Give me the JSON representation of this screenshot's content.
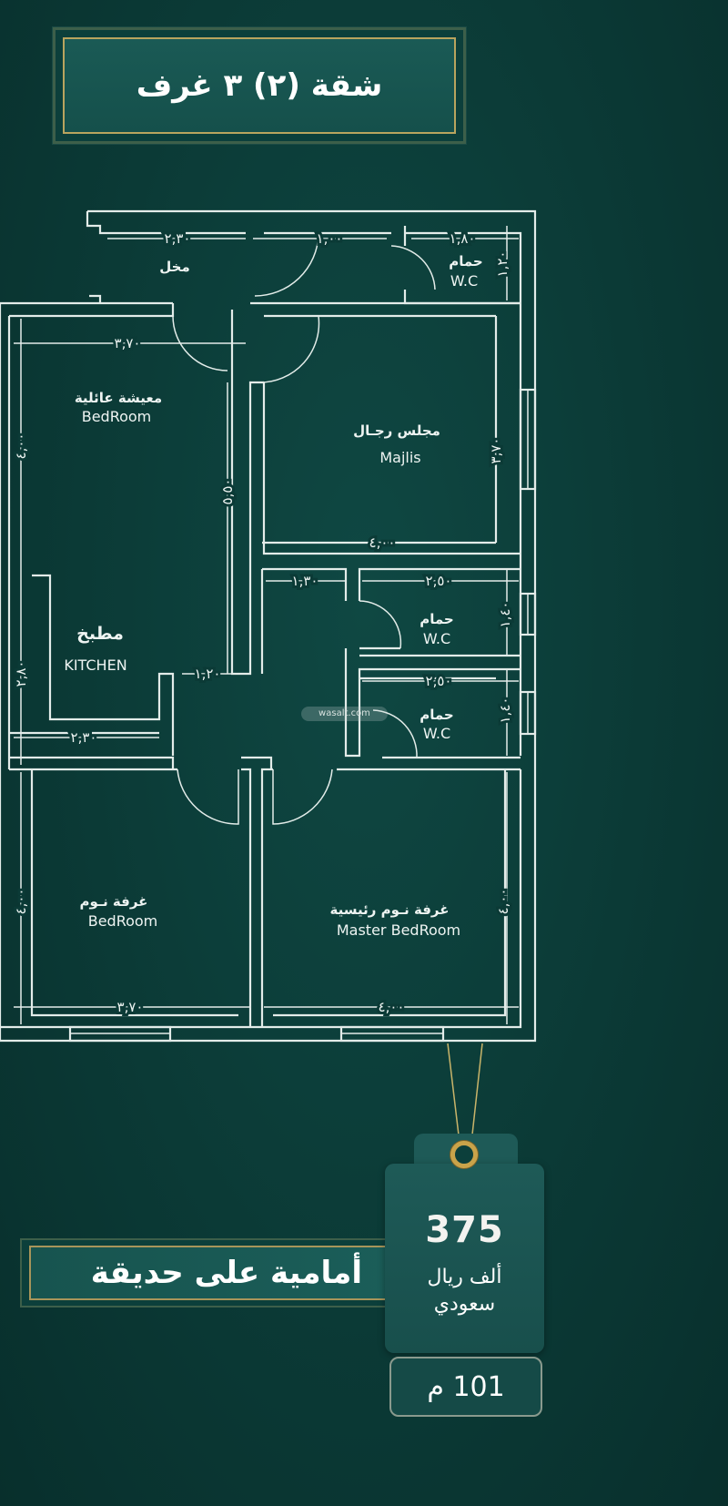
{
  "header": {
    "title": "شقة (٢)  ٣ غرف"
  },
  "rooms": {
    "entrance": {
      "ar": "مخل"
    },
    "wc_top": {
      "ar": "حمام",
      "en": "W.C"
    },
    "family_living": {
      "ar": "معيشة عائلية",
      "en": "BedRoom"
    },
    "majlis": {
      "ar": "مجلس رجـال",
      "en": "Majlis"
    },
    "kitchen": {
      "ar": "مطبخ",
      "en": "KITCHEN"
    },
    "wc_middle": {
      "ar": "حمام",
      "en": "W.C"
    },
    "wc_lower": {
      "ar": "حمام",
      "en": "W.C"
    },
    "bedroom": {
      "ar": "غرفة نـوم",
      "en": "BedRoom"
    },
    "master_bedroom": {
      "ar": "غرفة نـوم رئيسية",
      "en": "Master BedRoom"
    }
  },
  "dimensions": {
    "entrance_w": "٢,٣٠",
    "top_mid": "١,٠٠",
    "wc_top_w": "١,٨٠",
    "wc_top_h": "١,٢٠",
    "living_w": "٣,٧٠",
    "living_h": "٤,٠٠",
    "corridor_h": "٥,٥٠",
    "majlis_h": "٣,٧٠",
    "majlis_w": "٤,٠٠",
    "hall_w": "١,٣٠",
    "wc_mid_w": "٢,٥٠",
    "wc_mid_h": "١,٤٠",
    "kitchen_h": "٢,٨٠",
    "corridor_w": "١,٢٠",
    "wc_low_w": "٢,٥٠",
    "wc_low_h": "١,٤٠",
    "kitchen_w": "٢,٣٠",
    "bedroom_h": "٤,٠٠",
    "master_h": "٤,٠٠",
    "bedroom_w": "٣,٧٠",
    "master_w": "٤,٠٠"
  },
  "watermark": "wasalt.com",
  "banner": {
    "text": "أمامية على حديقة"
  },
  "price_tag": {
    "value": "375",
    "currency_line1": "ألف ريال",
    "currency_line2": "سعودي"
  },
  "area": {
    "value": "101 م"
  },
  "colors": {
    "background": "#0b3a36",
    "gold": "#b9a45e",
    "lines": "#e3ece9"
  }
}
